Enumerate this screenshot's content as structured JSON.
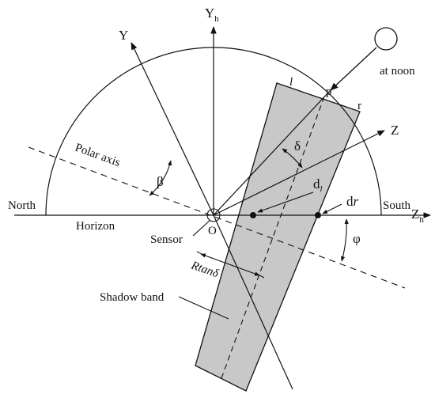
{
  "diagram": {
    "axes": {
      "vertical": {
        "main": "Y",
        "sub": "h"
      },
      "tilted_y": "Y",
      "horizontal": {
        "main": "Z",
        "sub": "h"
      },
      "z_axis": "Z"
    },
    "labels": {
      "north": "North",
      "south": "South",
      "horizon": "Horizon",
      "polar_axis": "Polar axis",
      "sensor": "Sensor",
      "origin": "O",
      "shadow_band": "Shadow band",
      "at_noon": "at noon",
      "point_l": "l",
      "point_p": "p",
      "point_r": "r",
      "delta": "δ",
      "beta": "β",
      "phi": "φ",
      "dl": {
        "main": "d",
        "sub": "l"
      },
      "dr": {
        "main": "d",
        "sub": "r"
      },
      "rtan": {
        "main": "Rtan",
        "greek": "δ"
      }
    },
    "colors": {
      "band_fill": "#c8c8c8",
      "stroke": "#111111"
    }
  }
}
